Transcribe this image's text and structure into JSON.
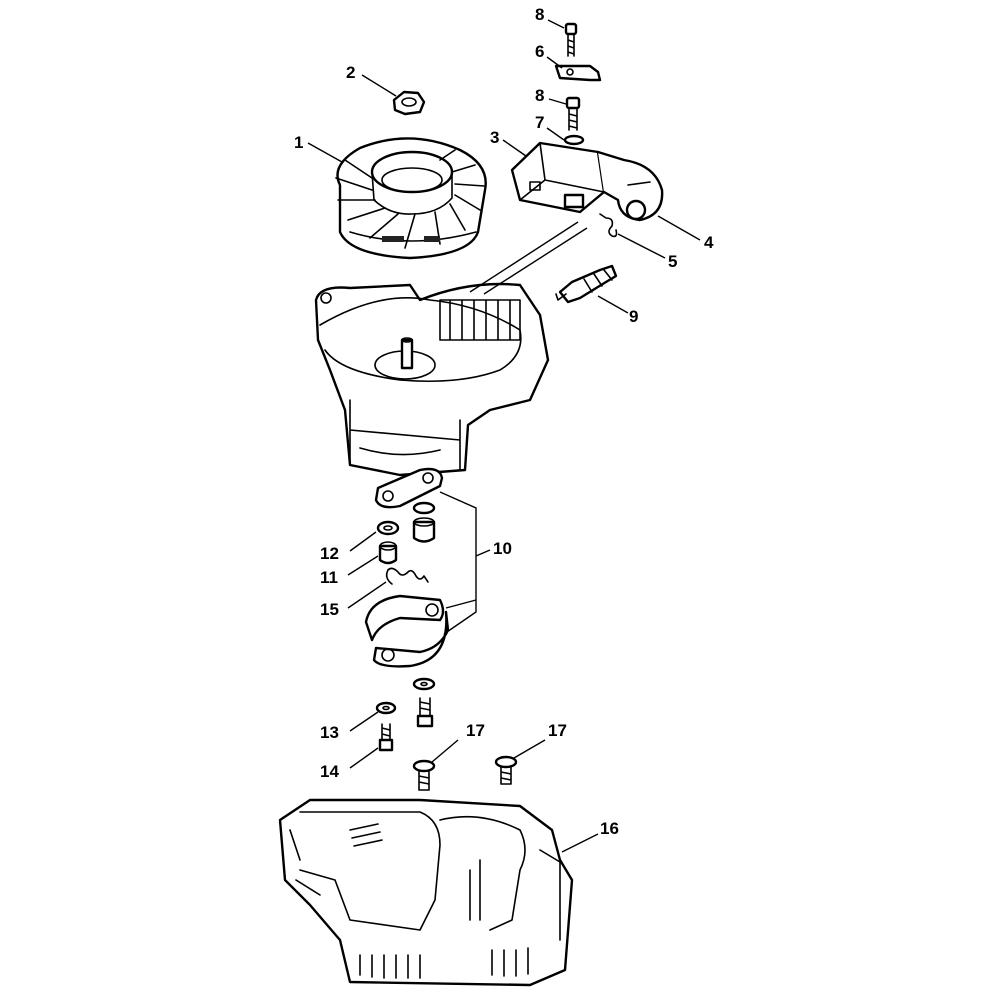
{
  "callouts": {
    "c1": "1",
    "c2": "2",
    "c3": "3",
    "c4": "4",
    "c5": "5",
    "c6": "6",
    "c7": "7",
    "c8a": "8",
    "c8b": "8",
    "c9": "9",
    "c10": "10",
    "c11": "11",
    "c12": "12",
    "c13": "13",
    "c14": "14",
    "c15": "15",
    "c16": "16",
    "c17a": "17",
    "c17b": "17"
  }
}
